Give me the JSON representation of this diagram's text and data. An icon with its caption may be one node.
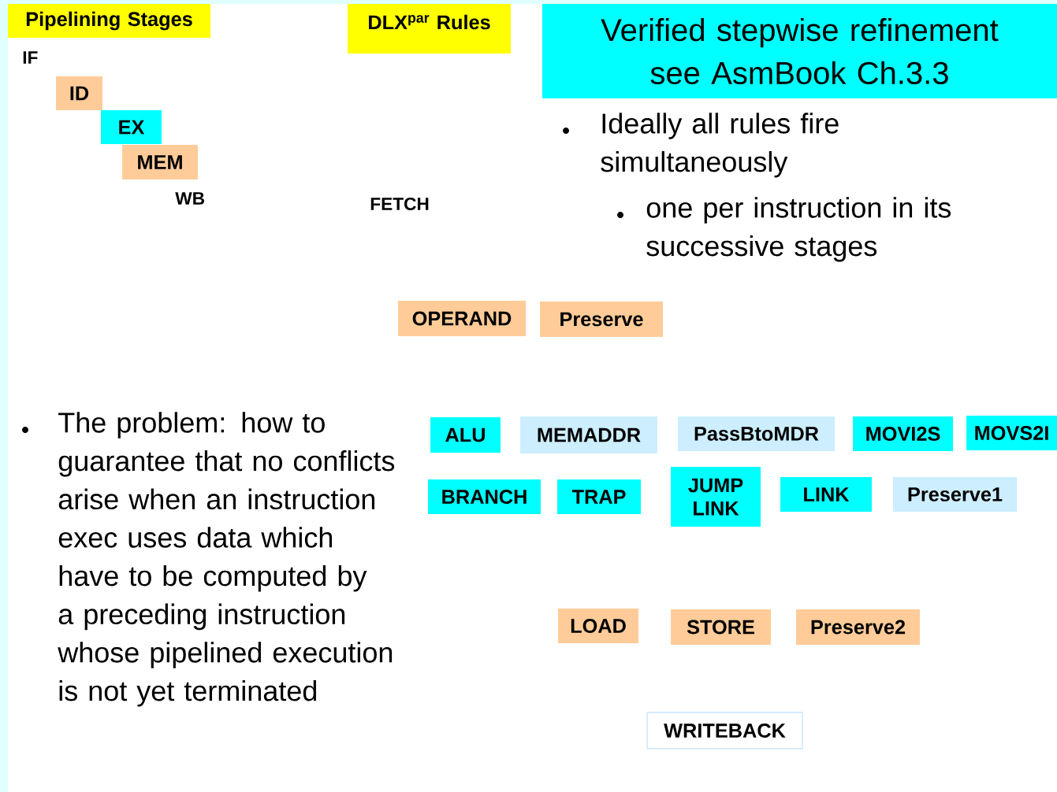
{
  "diagram": {
    "nodes": [
      {
        "text": [
          "Pipelining Stages"
        ]
      },
      {
        "text": [
          "ID"
        ]
      },
      {
        "text": [
          "EX"
        ]
      },
      {
        "text": [
          "MEM"
        ]
      },
      {
        "text": [
          "DLX$^{par}$ Rules"
        ]
      },
      {
        "text": [
          "Verified stepwise refinement see AsmBook Ch.3.3"
        ]
      },
      {
        "text": [
          "OPERAND"
        ]
      },
      {
        "text": [
          "Preserve"
        ]
      },
      {
        "text": [
          "ALU"
        ]
      },
      {
        "text": [
          "MEMADDR"
        ]
      },
      {
        "text": [
          "PassBtoMDR"
        ]
      },
      {
        "text": [
          "MOVI2S"
        ]
      },
      {
        "text": [
          "MOVS2I"
        ]
      },
      {
        "text": [
          "BRANCH"
        ]
      },
      {
        "text": [
          "TRAP"
        ]
      },
      {
        "text": [
          "JUMP LINK"
        ]
      },
      {
        "text": [
          "LINK"
        ]
      },
      {
        "text": [
          "Preserve1"
        ]
      },
      {
        "text": [
          "LOAD"
        ]
      },
      {
        "text": [
          "STORE"
        ]
      },
      {
        "text": [
          "Preserve2"
        ]
      },
      {
        "text": [
          "WRITEBACK"
        ]
      }
    ],
    "labels": [
      "IF",
      "WB",
      "FETCH",
      "Ideally all rules fire simultaneously",
      "one per instruction in its successive stages",
      "The problem: how to guarantee that no conflicts arise when an instruction exec uses data which have to be computed by a preceding instruction whose pipelined execution is not yet terminated"
    ]
  }
}
